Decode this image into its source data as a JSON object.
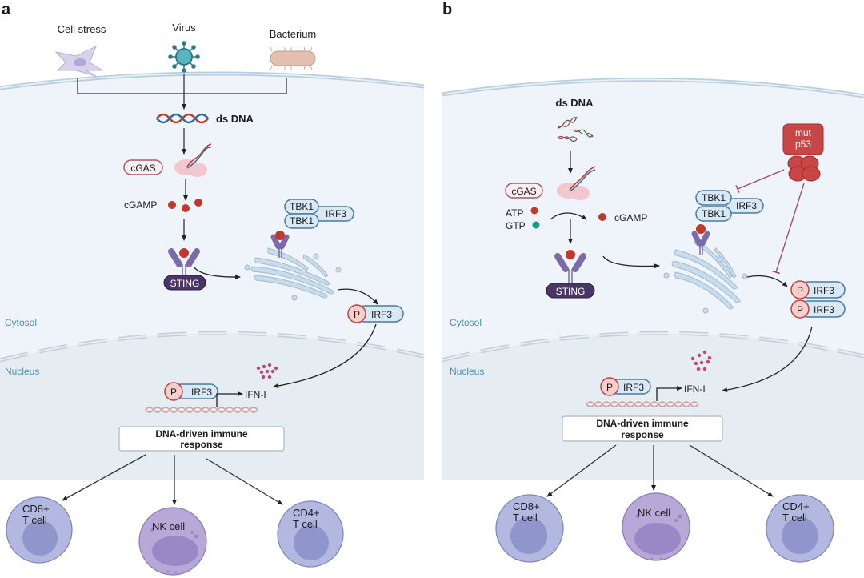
{
  "panels": [
    {
      "letter": "a",
      "triggers": [
        "Cell stress",
        "Virus",
        "Bacterium"
      ],
      "dsdna": "ds DNA",
      "cgas": "cGAS",
      "cgamp": "cGAMP",
      "sting": "STING",
      "tbk1": "TBK1",
      "irf3": "IRF3",
      "p": "P",
      "cytosol": "Cytosol",
      "nucleus": "Nucleus",
      "ifn": "IFN-I",
      "response_line1": "DNA-driven immune",
      "response_line2": "response",
      "cells": [
        {
          "line1": "CD8+",
          "line2": "T cell"
        },
        {
          "line1": "NK cell",
          "line2": ""
        },
        {
          "line1": "CD4+",
          "line2": "T cell"
        }
      ]
    },
    {
      "letter": "b",
      "dsdna": "ds DNA",
      "cgas": "cGAS",
      "atp": "ATP",
      "gtp": "GTP",
      "cgamp": "cGAMP",
      "sting": "STING",
      "tbk1": "TBK1",
      "irf3": "IRF3",
      "p": "P",
      "mutp53_line1": "mut",
      "mutp53_line2": "p53",
      "cytosol": "Cytosol",
      "nucleus": "Nucleus",
      "ifn": "IFN-I",
      "response_line1": "DNA-driven immune",
      "response_line2": "response",
      "cells": [
        {
          "line1": "CD8+",
          "line2": "T cell"
        },
        {
          "line1": "NK cell",
          "line2": ""
        },
        {
          "line1": "CD4+",
          "line2": "T cell"
        }
      ]
    }
  ],
  "colors": {
    "cell_bg": "#eef4f9",
    "nucleus_bg": "#e6edf3",
    "membrane": "#b9cfdf",
    "cgamp_red": "#c0392b",
    "gtp_teal": "#1a9b8c",
    "sting_purple": "#4b3566",
    "protein_blue": "#d8e9f5",
    "protein_border": "#4a7a9b",
    "p_pink": "#f6cfcb",
    "p_border": "#b8444a",
    "mutp53": "#c94646",
    "immune_cell": "#b3b8e0",
    "immune_nucleus": "#9096cc",
    "ifn_dots": "#c2477f",
    "region_label": "#4a90b8"
  }
}
